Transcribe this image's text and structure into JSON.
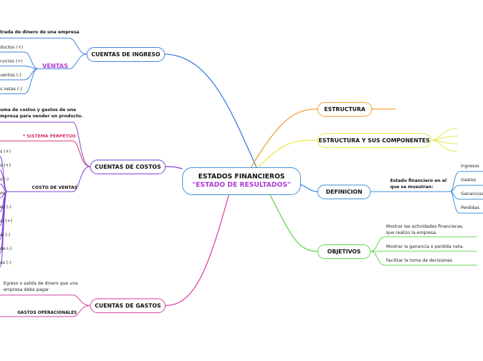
{
  "center": {
    "title": "ESTADOS FINANCIEROS",
    "subtitle": "\"ESTADO DE RESULTADOS\""
  },
  "ingreso": {
    "label": "CUENTAS DE INGRESO",
    "definition": "trada de dinero de una empresa",
    "ventas": "VENTAS",
    "items": [
      "ductos (+)",
      "rvicios (+)",
      "uentos (-)",
      "s netas (-)"
    ]
  },
  "costos": {
    "label": "CUENTAS DE COSTOS",
    "definition_l1": "uma de costos y gastos de una",
    "definition_l2": "mpresa para vender un producto.",
    "sistema": "* SISTEMA PERPETUO",
    "costo_ventas": "COSTO DE VENTAS",
    "items": [
      "s (+)",
      "s (+)",
      "s (-)",
      "os",
      "es (-)",
      "al (+)",
      "al (-)",
      "de (-)",
      "as (-)"
    ]
  },
  "gastos": {
    "label": "CUENTAS DE GASTOS",
    "definition_l1": "Egreso o salida de dinero que una",
    "definition_l2": "empresa debe pagar",
    "operacionales": "GASTOS OPERACIONALES"
  },
  "estructura": {
    "label": "ESTRUCTURA"
  },
  "componentes": {
    "label": "ESTRUCTURA Y SUS COMPONENTES"
  },
  "definicion": {
    "label": "DEFINICION",
    "text_l1": "Estado financiero en el",
    "text_l2": "que se muestran:",
    "items": [
      "Ingresos",
      "Gastos",
      "Ganancias",
      "Perdidas"
    ]
  },
  "objetivos": {
    "label": "OBJETIVOS",
    "item1_l1": "Mostrar las actividades financieras,",
    "item1_l2": "que realizo la empresa.",
    "item2": "Mostrar la ganancia o perdida neta.",
    "item3": "Facilitar la toma de decisiones."
  },
  "colors": {
    "ingreso": "#3b7ddd",
    "costos": "#7a3fd6",
    "gastos": "#d63fa0",
    "estructura": "#f0a030",
    "componentes": "#e8e84a",
    "definicion": "#3b8fd8",
    "objetivos": "#5ed84a",
    "ventas": "#b13fd6",
    "sistema": "#d6306a"
  }
}
